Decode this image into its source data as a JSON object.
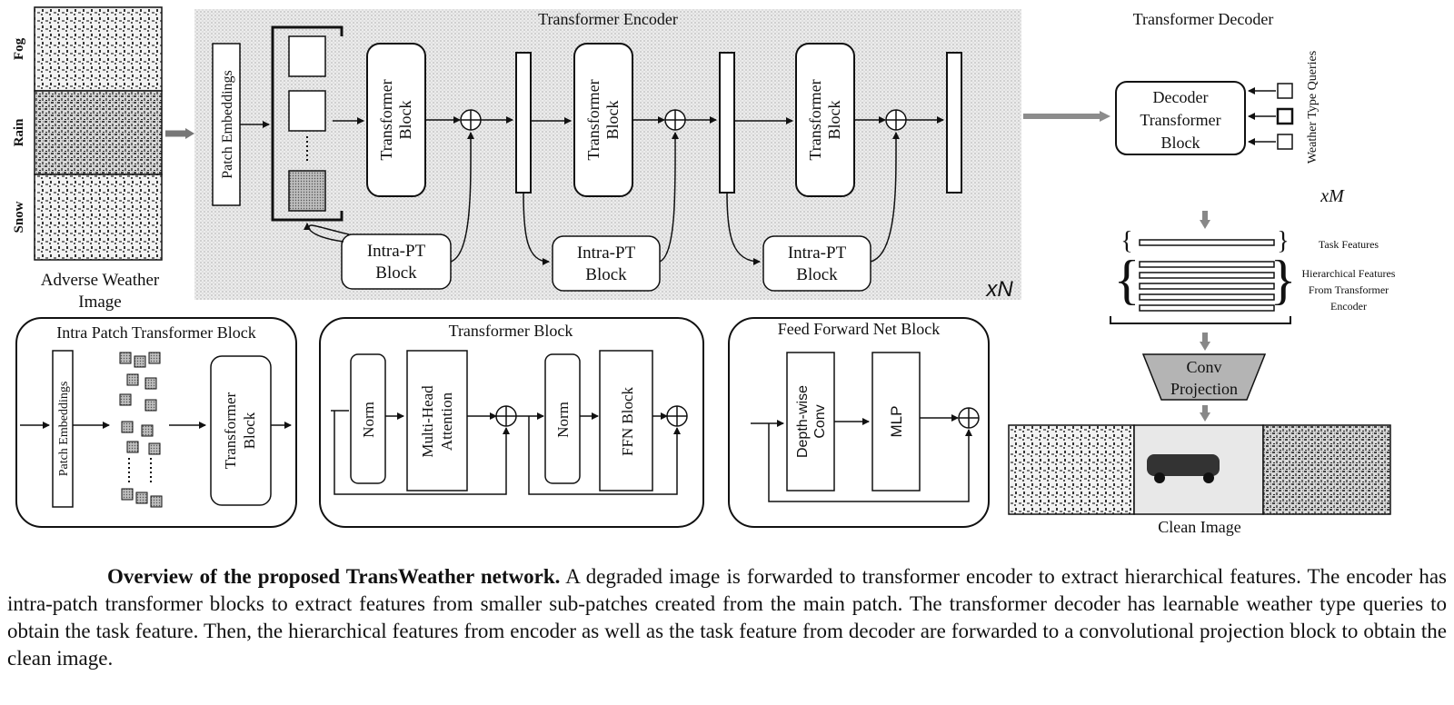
{
  "input_image": {
    "weather_labels": [
      "Fog",
      "Rain",
      "Snow"
    ],
    "label": [
      "Adverse Weather",
      "Image"
    ]
  },
  "encoder": {
    "title": "Transformer Encoder",
    "patch_embeddings": "Patch Embeddings",
    "transformer_block": [
      "Transformer",
      "Block"
    ],
    "intra_pt_block": [
      "Intra-PT",
      "Block"
    ],
    "repeat": "xN"
  },
  "decoder": {
    "title": "Transformer Decoder",
    "block": [
      "Decoder",
      "Transformer",
      "Block"
    ],
    "queries_label": "Weather Type Queries",
    "repeat": "xM"
  },
  "features": {
    "task": "Task Features",
    "hierarchical": [
      "Hierarchical Features",
      "From Transformer",
      "Encoder"
    ]
  },
  "conv_projection": [
    "Conv",
    "Projection"
  ],
  "output_label": "Clean Image",
  "intra_patch_panel": {
    "title": "Intra Patch Transformer Block",
    "patch_embeddings": "Patch Embeddings",
    "transformer_block": [
      "Transformer",
      "Block"
    ]
  },
  "transformer_panel": {
    "title": "Transformer Block",
    "norm": "Norm",
    "attention": [
      "Multi-Head",
      "Attention"
    ],
    "ffn": "FFN Block"
  },
  "ffn_panel": {
    "title": "Feed Forward Net Block",
    "dwconv": [
      "Depth-wise",
      "Conv"
    ],
    "mlp": "MLP"
  },
  "caption": {
    "bold": "Overview of the proposed TransWeather network.",
    "text": " A degraded image is forwarded to transformer encoder to extract hierarchical features. The encoder has intra-patch transformer blocks to extract features from smaller sub-patches created from the main patch. The transformer decoder has learnable weather type queries to obtain the task feature. Then, the hierarchical features from encoder as well as the task feature from decoder are forwarded to a convolutional projection block to obtain the clean image."
  },
  "colors": {
    "encoder_background": "#e6e6e6",
    "conv_fill": "#b4b4b4",
    "stroke": "#111111"
  }
}
